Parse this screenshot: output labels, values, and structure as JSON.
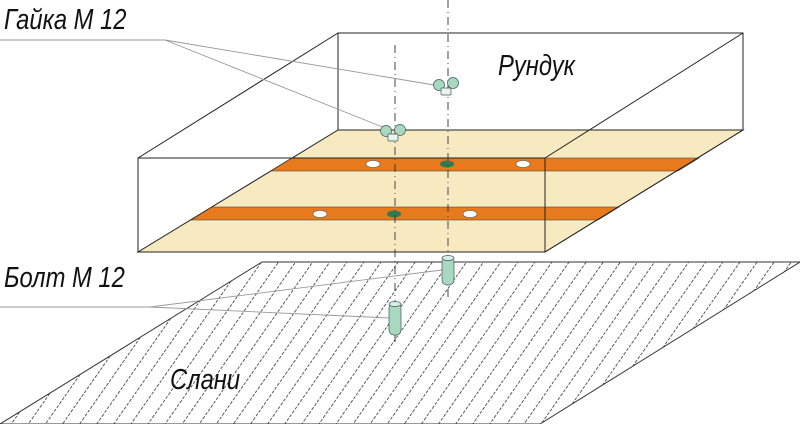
{
  "labels": {
    "nut": "Гайка М 12",
    "box": "Рундук",
    "bolt": "Болт М 12",
    "floor": "Слани"
  },
  "colors": {
    "floor_fill": "#f8eac0",
    "strip": "#e87a1e",
    "hardware": "#a8d8c0",
    "hole_green": "#2f7a55",
    "hatch": "#333333"
  }
}
